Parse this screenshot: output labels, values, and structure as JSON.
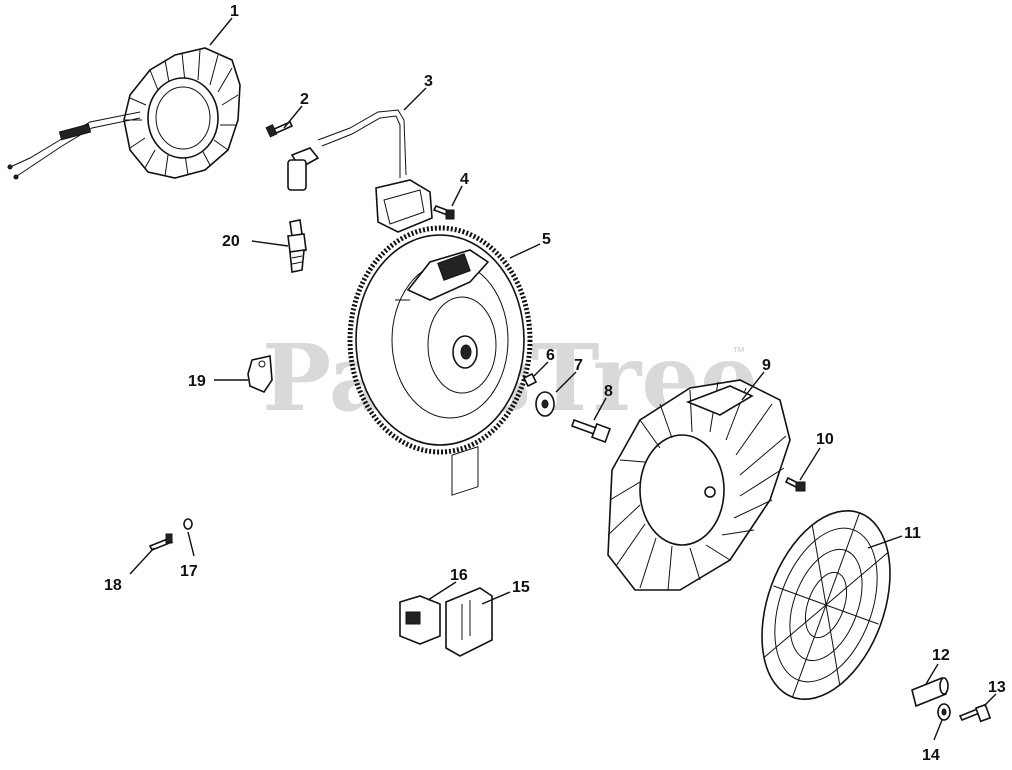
{
  "watermark": {
    "text": "PartsTree",
    "trademark": "™"
  },
  "callouts": [
    {
      "number": "1",
      "part": "stator"
    },
    {
      "number": "2",
      "part": "screw"
    },
    {
      "number": "3",
      "part": "ignition-module"
    },
    {
      "number": "4",
      "part": "screw"
    },
    {
      "number": "5",
      "part": "flywheel"
    },
    {
      "number": "6",
      "part": "key"
    },
    {
      "number": "7",
      "part": "washer"
    },
    {
      "number": "8",
      "part": "screw"
    },
    {
      "number": "9",
      "part": "fan"
    },
    {
      "number": "10",
      "part": "screw"
    },
    {
      "number": "11",
      "part": "grass-screen"
    },
    {
      "number": "12",
      "part": "spacer"
    },
    {
      "number": "13",
      "part": "screw"
    },
    {
      "number": "14",
      "part": "washer"
    },
    {
      "number": "15",
      "part": "rectifier-regulator"
    },
    {
      "number": "16",
      "part": "connector"
    },
    {
      "number": "17",
      "part": "washer"
    },
    {
      "number": "18",
      "part": "screw"
    },
    {
      "number": "19",
      "part": "clip"
    },
    {
      "number": "20",
      "part": "spark-plug"
    }
  ]
}
